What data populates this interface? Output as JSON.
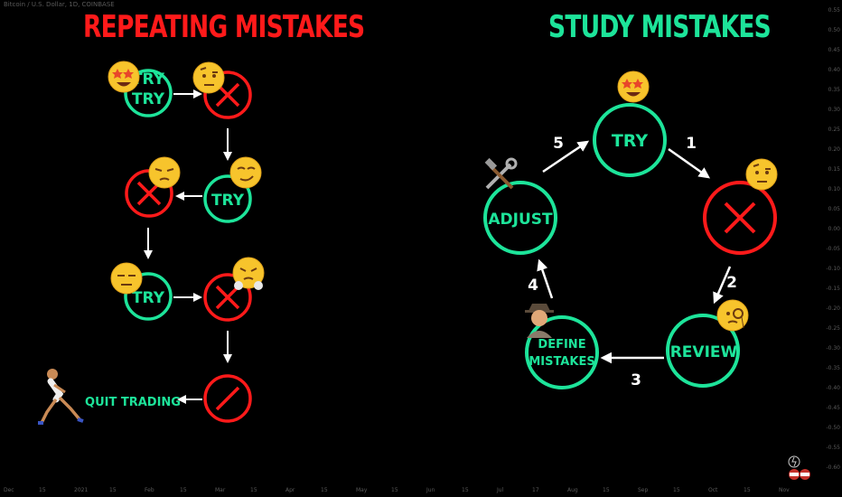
{
  "header": {
    "symbol_line": "Bitcoin / U.S. Dollar, 1D, COINBASE"
  },
  "left": {
    "title": "REPEATING MISTAKES",
    "try_1": "TRY",
    "try_2": "TRY",
    "try_3": "TRY",
    "quit": "QUIT TRADING"
  },
  "right": {
    "title": "STUDY MISTAKES",
    "try": "TRY",
    "review": "REVIEW",
    "define_1": "DEFINE",
    "define_2": "MISTAKES",
    "adjust": "ADJUST",
    "step_1": "1",
    "step_2": "2",
    "step_3": "3",
    "step_4": "4",
    "step_5": "5"
  },
  "colors": {
    "red": "#ff1a1a",
    "green": "#1de49a",
    "white": "#ffffff"
  },
  "icons": [
    "star-struck-emoji",
    "raised-eyebrow-emoji",
    "unamused-emoji",
    "smirk-emoji",
    "expressionless-emoji",
    "steam-face-emoji",
    "runner-icon",
    "tools-icon",
    "detective-icon",
    "monocle-emoji"
  ],
  "y_axis_ticks": [
    "0.55",
    "0.50",
    "0.45",
    "0.40",
    "0.35",
    "0.30",
    "0.25",
    "0.20",
    "0.15",
    "0.10",
    "0.05",
    "0.00",
    "-0.05",
    "-0.10",
    "-0.15",
    "-0.20",
    "-0.25",
    "-0.30",
    "-0.35",
    "-0.40",
    "-0.45",
    "-0.50",
    "-0.55",
    "-0.60"
  ],
  "x_axis_ticks": [
    "Dec",
    "15",
    "2021",
    "15",
    "Feb",
    "15",
    "Mar",
    "15",
    "Apr",
    "15",
    "May",
    "15",
    "Jun",
    "15",
    "Jul",
    "17",
    "Aug",
    "15",
    "Sep",
    "15",
    "Oct",
    "15",
    "Nov"
  ]
}
